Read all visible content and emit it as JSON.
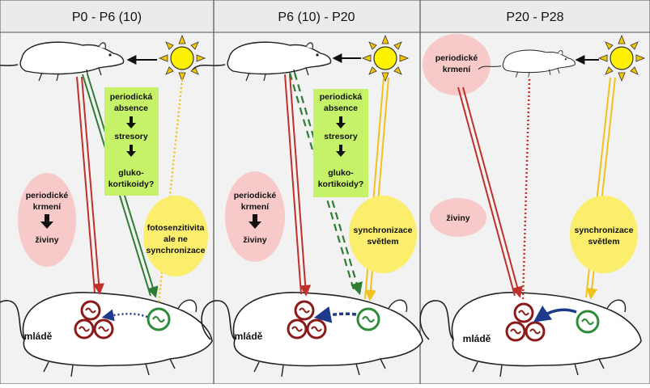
{
  "colors": {
    "header_bg": "#ebebeb",
    "panel_bg": "#f0f0f0",
    "pink_blob": "#f7c9c9",
    "yellow_blob": "#fbee6c",
    "green_box": "#c6f26a",
    "red_line": "#c0302b",
    "green_line": "#2e7d32",
    "yellow_line": "#f2c21b",
    "dark_red": "#8b1a1a",
    "navy": "#1f3a8a"
  },
  "panels": [
    {
      "title": "P0 - P6 (10)",
      "box": {
        "line1": "periodická",
        "line2": "absence",
        "line3": "stresory",
        "line4": "gluko-",
        "line5": "kortikoidy?"
      },
      "pink": {
        "line1": "periodické",
        "line2": "krmení",
        "line3": "živiny"
      },
      "yellow": {
        "line1": "fotosenzitivita",
        "line2": "ale ne",
        "line3": "synchronizace"
      },
      "pup_label": "mládě",
      "icons": {
        "sun": "sun-icon",
        "rat": "adult-rat-icon",
        "pup": "pup-rat-icon",
        "clock": "oscillator-clock-icon"
      }
    },
    {
      "title": "P6 (10) - P20",
      "box": {
        "line1": "periodická",
        "line2": "absence",
        "line3": "stresory",
        "line4": "gluko-",
        "line5": "kortikoidy?"
      },
      "pink": {
        "line1": "periodické",
        "line2": "krmení",
        "line3": "živiny"
      },
      "yellow": {
        "line1": "synchronizace",
        "line2": "světlem"
      },
      "pup_label": "mládě"
    },
    {
      "title": "P20 - P28",
      "pink_top": {
        "line1": "periodické",
        "line2": "krmení"
      },
      "pink": {
        "line1": "živiny"
      },
      "yellow": {
        "line1": "synchronizace",
        "line2": "světlem"
      },
      "pup_label": "mládě"
    }
  ]
}
